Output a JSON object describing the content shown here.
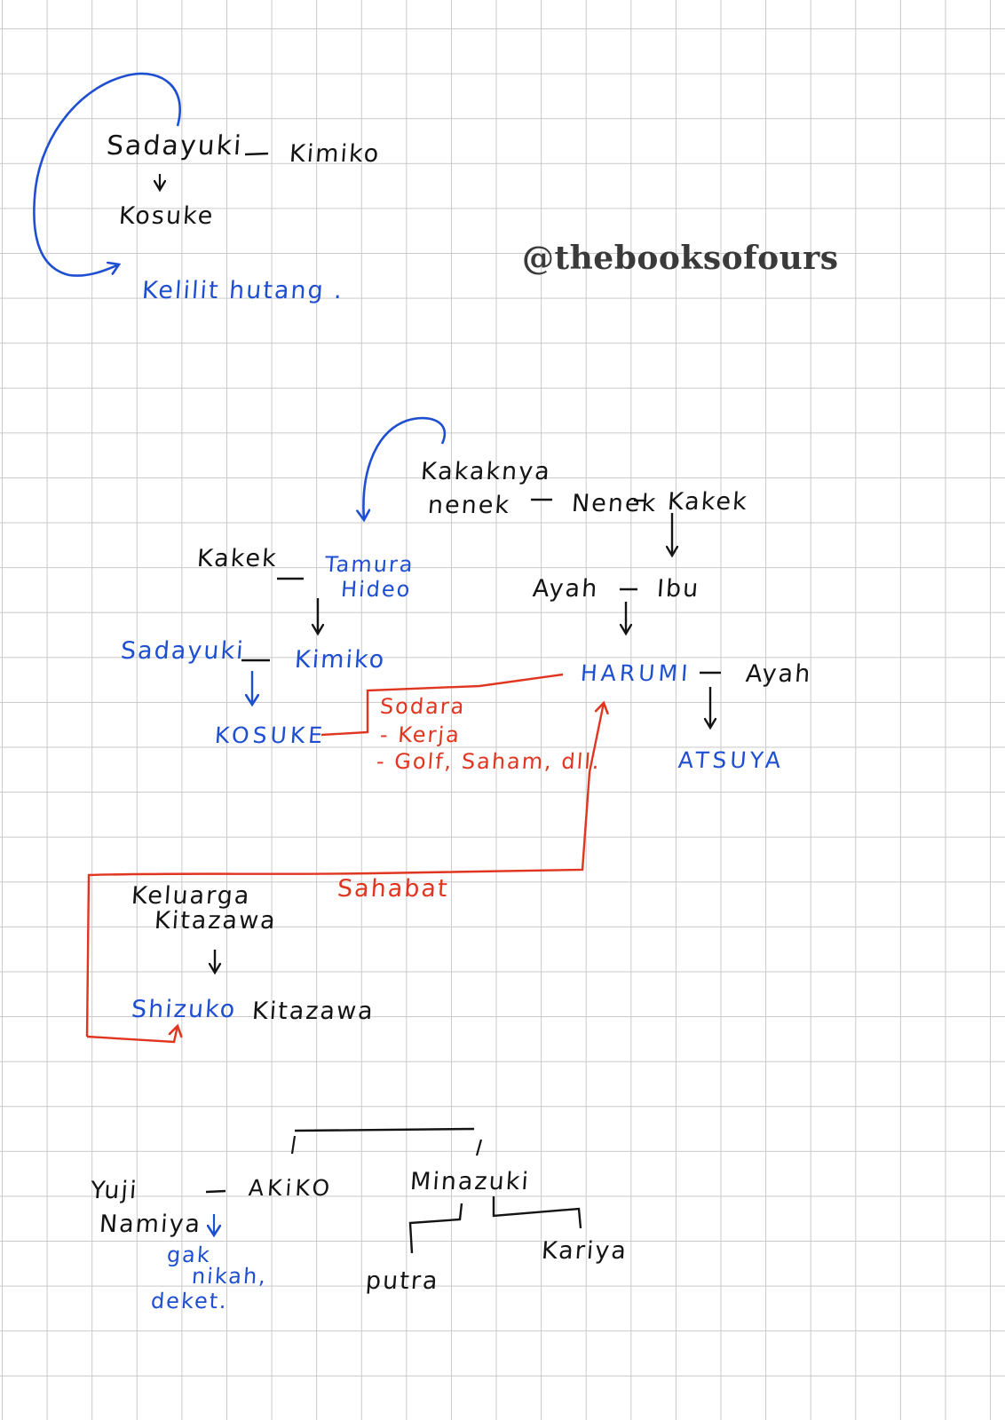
{
  "watermark": "@thebooksofours",
  "colors": {
    "ink": "#141414",
    "blue": "#1f4fd1",
    "red": "#e0351f",
    "grid": "#c9c9c9"
  },
  "top_family": {
    "sadayuki": "Sadayuki",
    "kimiko": "Kimiko",
    "kosuke": "Kosuke",
    "note": "Kelilit hutang ."
  },
  "middle_family": {
    "kakaknya": "Kakaknya",
    "nenek_lower": "nenek",
    "nenek": "Nenek",
    "kakek_right": "Kakek",
    "kakek_left": "Kakek",
    "tamura": "Tamura",
    "hideo": "Hideo",
    "ayah_parent": "Ayah",
    "ibu": "Ibu",
    "sadayuki": "Sadayuki",
    "kimiko": "Kimiko",
    "harumi": "HARUMI",
    "ayah_spouse": "Ayah",
    "kosuke": "KOSUKE",
    "atsuya": "ATSUYA",
    "sodara": "Sodara",
    "kerja": "- Kerja",
    "golf": "- Golf, Saham, dll."
  },
  "kitazawa_family": {
    "keluarga": "Keluarga",
    "kitazawa_line2": "Kitazawa",
    "sahabat": "Sahabat",
    "shizuko": "Shizuko",
    "kitazawa": "Kitazawa"
  },
  "bottom_family": {
    "yuji": "Yuji",
    "namiya": "Namiya",
    "akiko": "AKiKO",
    "minazuki": "Minazuki",
    "kariya": "Kariya",
    "putra": "putra",
    "gak": "gak",
    "nikah": "nikah,",
    "deket": "deket."
  }
}
